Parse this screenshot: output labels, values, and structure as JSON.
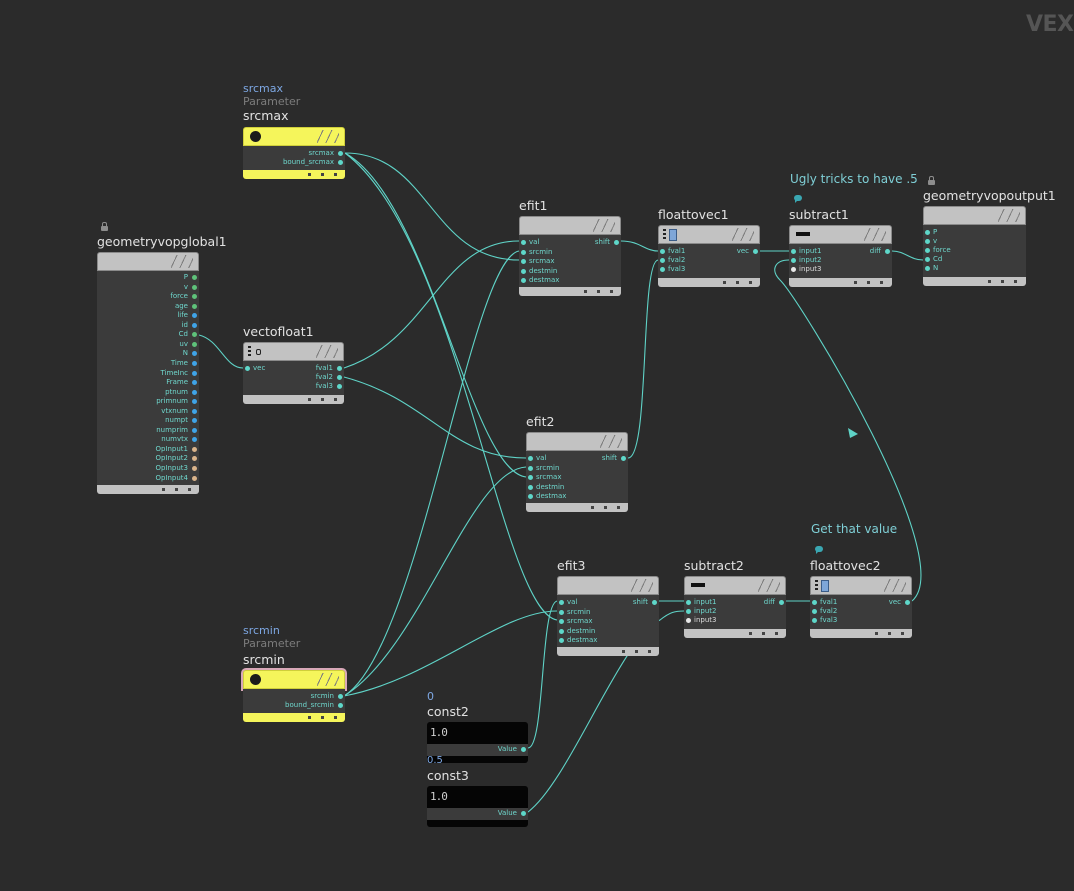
{
  "context": "VEX",
  "nodes": {
    "srcmax": {
      "value_label": "srcmax",
      "type_label": "Parameter",
      "name": "srcmax",
      "outputs": [
        "srcmax",
        "bound_srcmax"
      ]
    },
    "srcmin": {
      "value_label": "srcmin",
      "type_label": "Parameter",
      "name": "srcmin",
      "outputs": [
        "srcmin",
        "bound_srcmin"
      ]
    },
    "global": {
      "name": "geometryvopglobal1",
      "outputs": [
        "P",
        "v",
        "force",
        "age",
        "life",
        "id",
        "Cd",
        "uv",
        "N",
        "Time",
        "TimeInc",
        "Frame",
        "ptnum",
        "primnum",
        "vtxnum",
        "numpt",
        "numprim",
        "numvtx",
        "OpInput1",
        "OpInput2",
        "OpInput3",
        "OpInput4"
      ]
    },
    "vectofloat": {
      "name": "vectofloat1",
      "inputs": [
        "vec"
      ],
      "outputs": [
        "fval1",
        "fval2",
        "fval3"
      ]
    },
    "efit1": {
      "name": "efit1",
      "inputs": [
        "val",
        "srcmin",
        "srcmax",
        "destmin",
        "destmax"
      ],
      "outputs": [
        "shift"
      ]
    },
    "efit2": {
      "name": "efit2",
      "inputs": [
        "val",
        "srcmin",
        "srcmax",
        "destmin",
        "destmax"
      ],
      "outputs": [
        "shift"
      ]
    },
    "efit3": {
      "name": "efit3",
      "inputs": [
        "val",
        "srcmin",
        "srcmax",
        "destmin",
        "destmax"
      ],
      "outputs": [
        "shift"
      ]
    },
    "floattovec1": {
      "name": "floattovec1",
      "inputs": [
        "fval1",
        "fval2",
        "fval3"
      ],
      "outputs": [
        "vec"
      ]
    },
    "subtract1": {
      "name": "subtract1",
      "comment": "Ugly tricks to have .5",
      "inputs": [
        "input1",
        "input2",
        "input3"
      ],
      "outputs": [
        "diff"
      ]
    },
    "output": {
      "name": "geometryvopoutput1",
      "inputs": [
        "P",
        "v",
        "force",
        "Cd",
        "N"
      ]
    },
    "subtract2": {
      "name": "subtract2",
      "inputs": [
        "input1",
        "input2",
        "input3"
      ],
      "outputs": [
        "diff"
      ]
    },
    "floattovec2": {
      "name": "floattovec2",
      "comment": "Get that value",
      "inputs": [
        "fval1",
        "fval2",
        "fval3"
      ],
      "outputs": [
        "vec"
      ]
    },
    "const2": {
      "value_label": "0",
      "name": "const2",
      "display": "1.0",
      "output": "Value",
      "under_label": "0.5"
    },
    "const3": {
      "name": "const3",
      "display": "1.0",
      "output": "Value"
    }
  },
  "colors": {
    "wire": "#5fd3c7",
    "parameter_header": "#f5f55b",
    "node_header": "#c2c2c2",
    "node_body": "#3b3b3b",
    "background": "#2b2b2b"
  }
}
